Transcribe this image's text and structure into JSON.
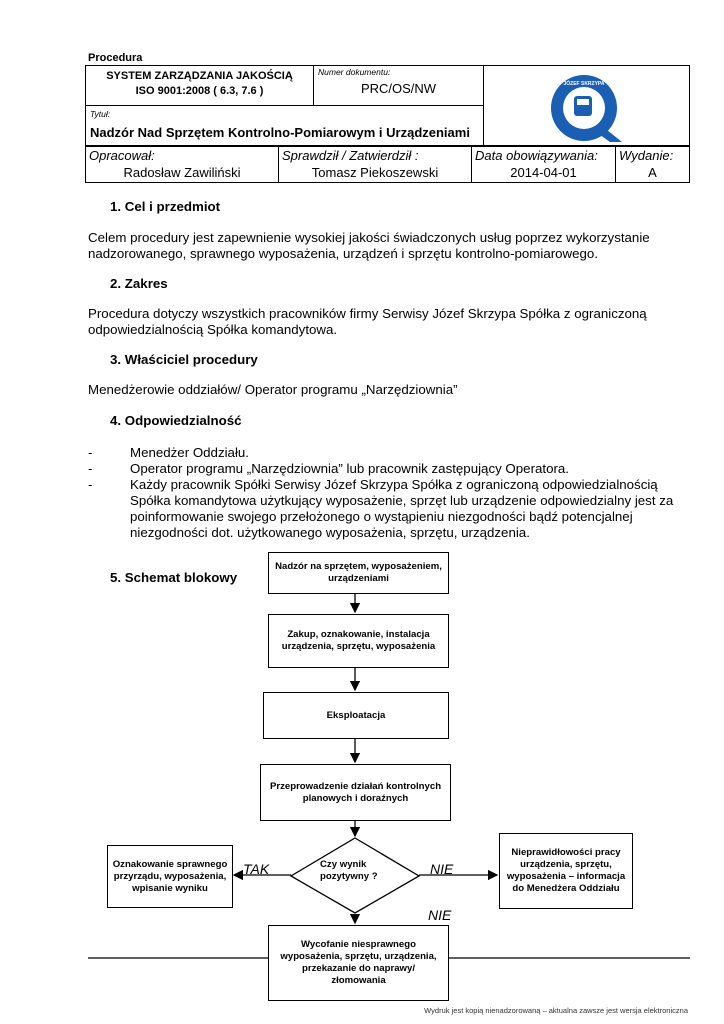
{
  "header": {
    "label": "Procedura",
    "system_line1": "SYSTEM ZARZĄDZANIA JAKOŚCIĄ",
    "system_line2": "ISO 9001:2008 ( 6.3, 7.6 )",
    "doc_number_label": "Numer dokumentu:",
    "doc_number": "PRC/OS/NW",
    "title_label": "Tytuł:",
    "title": "Nadzór Nad Sprzętem Kontrolno-Pomiarowym i Urządzeniami",
    "logo_text": "JÓZEF SKRZYPA",
    "logo_color": "#1a5fb4"
  },
  "meta": {
    "prepared_label": "Opracował:",
    "prepared": "Radosław Zawiliński",
    "checked_label": "Sprawdził / Zatwierdził :",
    "checked": "Tomasz Piekoszewski",
    "date_label": "Data obowiązywania:",
    "date": "2014-04-01",
    "edition_label": "Wydanie:",
    "edition": "A"
  },
  "sections": [
    {
      "heading": "1.  Cel i przedmiot",
      "text": "Celem procedury jest zapewnienie wysokiej jakości świadczonych usług poprzez wykorzystanie nadzorowanego, sprawnego wyposażenia, urządzeń i sprzętu kontrolno-pomiarowego."
    },
    {
      "heading": "2.  Zakres",
      "text": "Procedura dotyczy wszystkich pracowników firmy Serwisy Józef Skrzypa Spółka z ograniczoną odpowiedzialnością Spółka komandytowa."
    },
    {
      "heading": "3.  Właściciel procedury",
      "text": "Menedżerowie oddziałów/ Operator programu „Narzędziownia”"
    },
    {
      "heading": "4.  Odpowiedzialność",
      "items": [
        "Menedżer Oddziału.",
        "Operator programu „Narzędziownia” lub pracownik zastępujący Operatora.",
        "Każdy pracownik Spółki Serwisy Józef Skrzypa Spółka z ograniczoną odpowiedzialnością Spółka komandytowa użytkujący wyposażenie, sprzęt lub urządzenie odpowiedzialny jest za poinformowanie swojego przełożonego o wystąpieniu niezgodności bądź potencjalnej niezgodności dot. użytkowanego wyposażenia, sprzętu, urządzenia."
      ]
    },
    {
      "heading": "5.  Schemat blokowy"
    }
  ],
  "flow": {
    "b1": "Nadzór na sprzętem, wyposażeniem, urządzeniami",
    "b2": "Zakup, oznakowanie, instalacja urządzenia, sprzętu, wyposażenia",
    "b3": "Eksploatacja",
    "b4": "Przeprowadzenie działań kontrolnych planowych i doraźnych",
    "decision": "Czy wynik pozytywny ?",
    "left": "Oznakowanie sprawnego przyrządu, wyposażenia, wpisanie wyniku",
    "right": "Nieprawidłowości pracy urządzenia, sprzętu, wyposażenia – informacja do Menedżera Oddziału",
    "bottom": "Wycofanie niesprawnego wyposażenia, sprzętu, urządzenia, przekazanie do naprawy/ złomowania",
    "yes": "TAK",
    "no_right": "NIE",
    "no_down": "NIE"
  },
  "footer": {
    "text": "Wydruk jest kopią nienadzorowaną – aktualna zawsze jest wersja elektroniczna"
  }
}
